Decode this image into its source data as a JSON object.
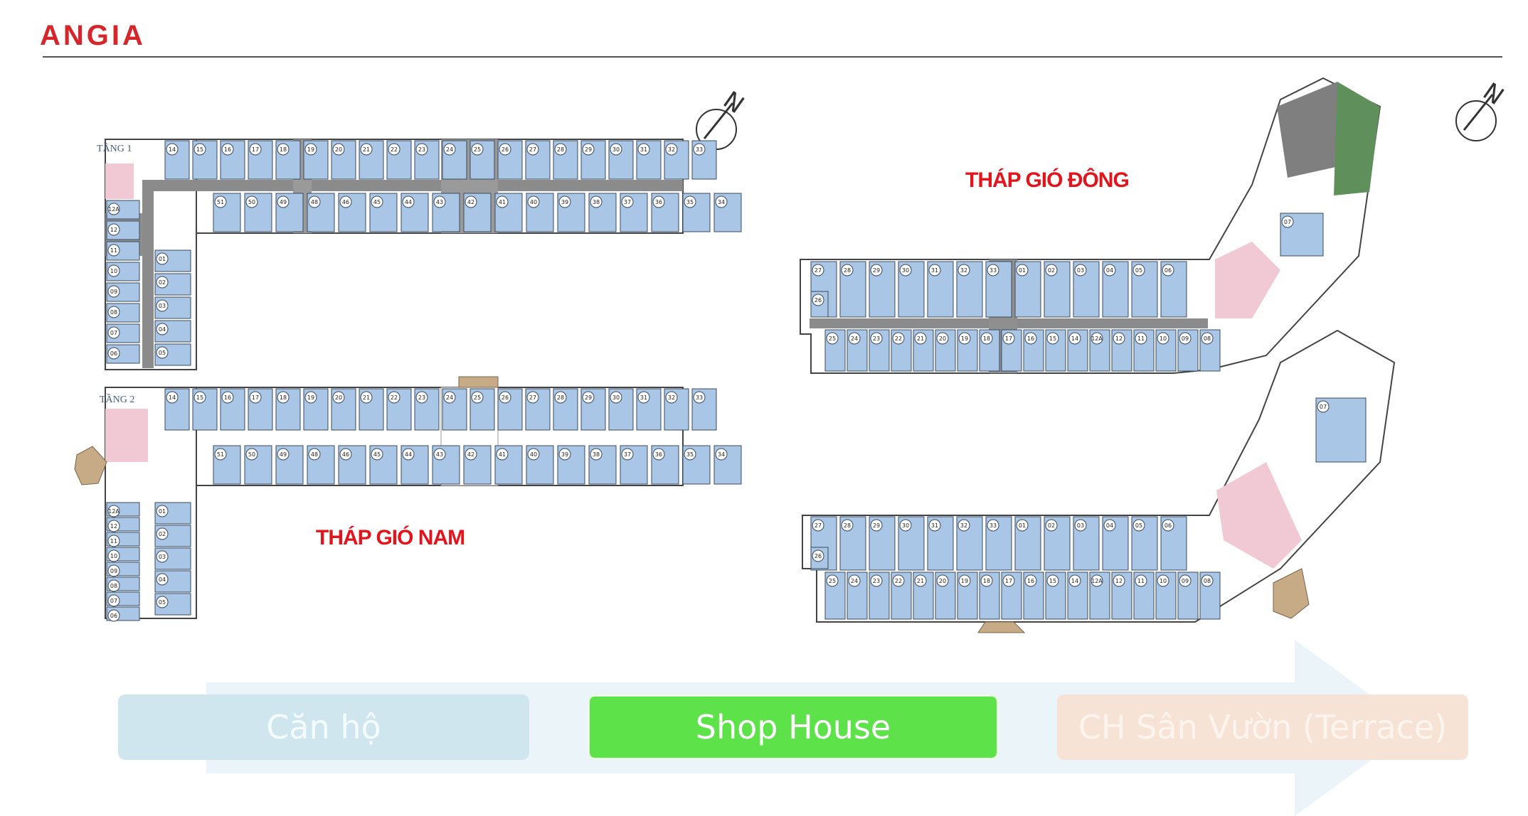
{
  "brand": {
    "logo_text": "ANGIA",
    "color": "#d7262b"
  },
  "towers": {
    "south": {
      "title": "THÁP GIÓ NAM"
    },
    "east": {
      "title": "THÁP GIÓ ĐÔNG"
    }
  },
  "floors": {
    "floor1": "TẦNG 1",
    "floor2": "TẦNG 2"
  },
  "categories": [
    {
      "label": "Căn hộ",
      "state": "inactive",
      "color": "#cfe6ee"
    },
    {
      "label": "Shop House",
      "state": "active",
      "color": "#5ee24a"
    },
    {
      "label": "CH Sân Vườn (Terrace)",
      "state": "inactive",
      "color": "#f7e3d6"
    }
  ],
  "colors": {
    "unit": "#a9c6e6",
    "corridor": "#8b8b8b",
    "highlight": "#f1c9d4",
    "accent_title": "#e3141b"
  },
  "south_tower": {
    "top_units_a": [
      "14",
      "15",
      "16",
      "17",
      "18",
      "19",
      "20",
      "21",
      "22",
      "23",
      "24",
      "25",
      "26",
      "27",
      "28",
      "29",
      "30",
      "31",
      "32",
      "33"
    ],
    "bottom_units_a": [
      "51",
      "50",
      "49",
      "48",
      "46",
      "45",
      "44",
      "43",
      "42",
      "41",
      "40",
      "39",
      "38",
      "37",
      "36",
      "35",
      "34"
    ],
    "left_units": [
      "12A",
      "12",
      "11",
      "10",
      "09",
      "08",
      "07",
      "06"
    ],
    "right_units": [
      "01",
      "02",
      "03",
      "04",
      "05"
    ]
  },
  "east_tower": {
    "top_units": [
      "27",
      "28",
      "29",
      "30",
      "31",
      "32",
      "33",
      "01",
      "02",
      "03",
      "04",
      "05",
      "06"
    ],
    "bottom_units": [
      "25",
      "24",
      "23",
      "22",
      "21",
      "20",
      "19",
      "18",
      "17",
      "16",
      "15",
      "14",
      "12A",
      "12",
      "11",
      "10",
      "09",
      "08"
    ],
    "side_unit": "26",
    "wing_unit": "07"
  }
}
